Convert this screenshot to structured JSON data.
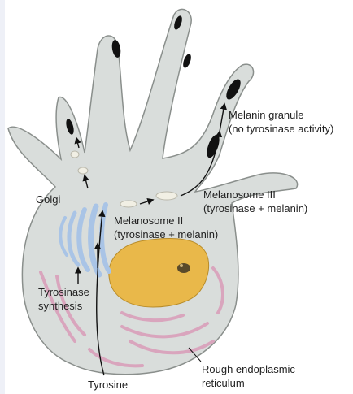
{
  "labels": {
    "melanin_granule": "Melanin granule",
    "melanin_granule_note": "(no tyrosinase activity)",
    "golgi": "Golgi",
    "melanosome_iii": "Melanosome III",
    "melanosome_iii_note": "(tyrosinase + melanin)",
    "melanosome_ii": "Melanosome II",
    "melanosome_ii_note": "(tyrosinase + melanin)",
    "tyrosinase_synthesis_line1": "Tyrosinase",
    "tyrosinase_synthesis_line2": "synthesis",
    "tyrosine": "Tyrosine",
    "rer_line1": "Rough endoplasmic",
    "rer_line2": "reticulum"
  },
  "colors": {
    "cell_fill": "#d9dddb",
    "cell_outline": "#8a8f8c",
    "nucleus": "#e9b84a",
    "nucleolus": "#5a4a2a",
    "golgi": "#a9c4e6",
    "rer": "#d9a5bd",
    "melanin": "#111111",
    "vesicle": "#f1efe4",
    "arrow": "#111111"
  },
  "background_left_band": "#eef0f7"
}
